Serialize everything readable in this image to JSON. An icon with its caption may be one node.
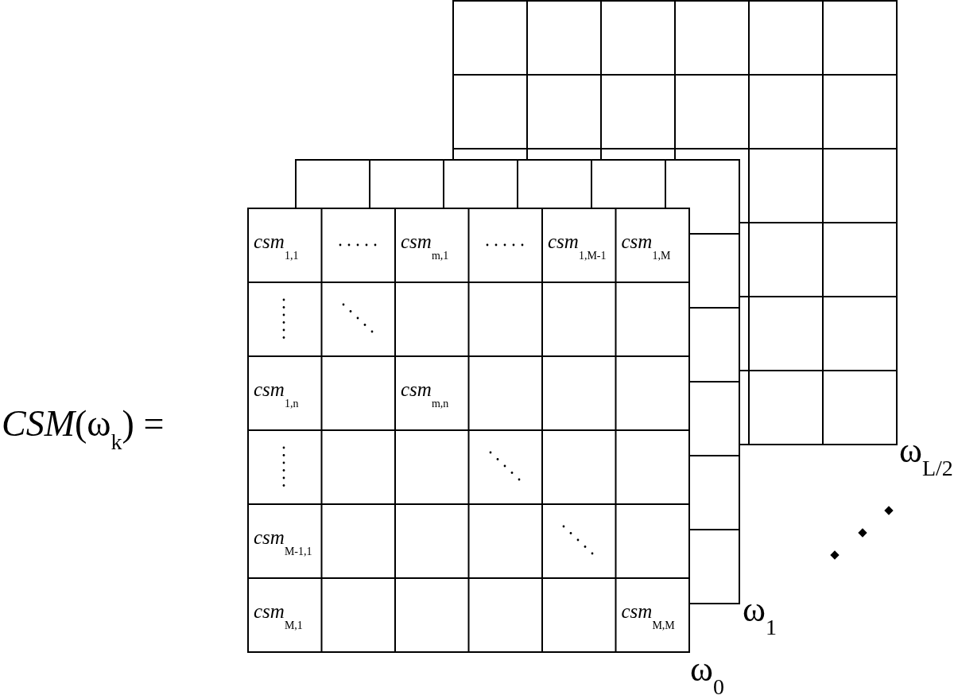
{
  "diagram": {
    "nodes": [
      {
        "text": [],
        "shape": "grid",
        "beside": [
          "ω$_{L/2}$"
        ]
      },
      {
        "text": [],
        "shape": "grid",
        "beside": [
          "ω$_{1}$"
        ]
      },
      {
        "text": [
          "*csm*$_{1,1}$",
          "*csm*$_{m,1}$",
          "*csm*$_{1,M-1}$",
          "*csm*$_{1,M}$",
          "*csm*$_{1,n}$",
          "*csm*$_{m,n}$",
          "*csm*$_{M-1,1}$",
          "*csm*$_{M,1}$",
          "*csm*$_{M,M}$"
        ],
        "beside": [
          "ω$_{0}$"
        ]
      }
    ],
    "edges": [],
    "labels": [
      "*CSM*(ω$_{k}$) ="
    ]
  }
}
